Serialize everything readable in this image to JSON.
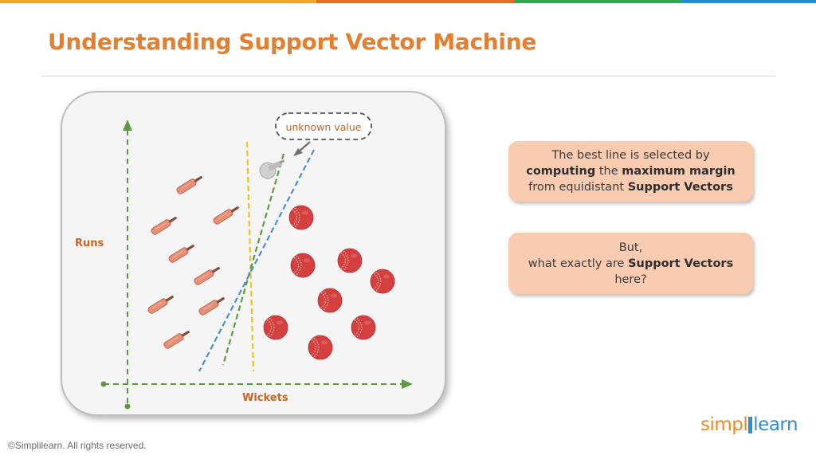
{
  "slide": {
    "title": "Understanding Support Vector Machine",
    "title_color": "#e57f30",
    "rule_color": "#f3cfa6",
    "top_bar_colors": [
      "#f7a623",
      "#ef6b24",
      "#2ea94e",
      "#1d8fd6"
    ]
  },
  "diagram": {
    "y_axis_label": "Runs",
    "x_axis_label": "Wickets",
    "unknown_label": "unknown value",
    "axis_color": "#5c9b40",
    "label_color": "#c8651f",
    "line_colors": {
      "yellow": "#f2c21c",
      "green": "#5a9e3a",
      "blue": "#4a8fd4"
    },
    "bat_color": "#e88f76",
    "ball_color": "#d44040",
    "unknown_color": "#cfcfcf",
    "icons": [
      "cricket-bat-icon",
      "cricket-ball-icon",
      "unknown-value-icon"
    ]
  },
  "callouts": [
    {
      "line1_prefix": "The best line is selected by",
      "line2_bold1": "computing",
      "line2_mid": " the ",
      "line2_bold2": "maximum margin",
      "line3_prefix": "from equidistant ",
      "line3_bold": "Support Vectors"
    },
    {
      "line1": "But,",
      "line2_prefix": "what exactly are ",
      "line2_bold": "Support Vectors",
      "line3": "here?"
    }
  ],
  "footer": {
    "copyright": "©Simplilearn. All rights reserved."
  },
  "logo": {
    "part1": "simpl",
    "part2": "learn",
    "orange": "#f08a24",
    "blue": "#2c8fd6"
  }
}
